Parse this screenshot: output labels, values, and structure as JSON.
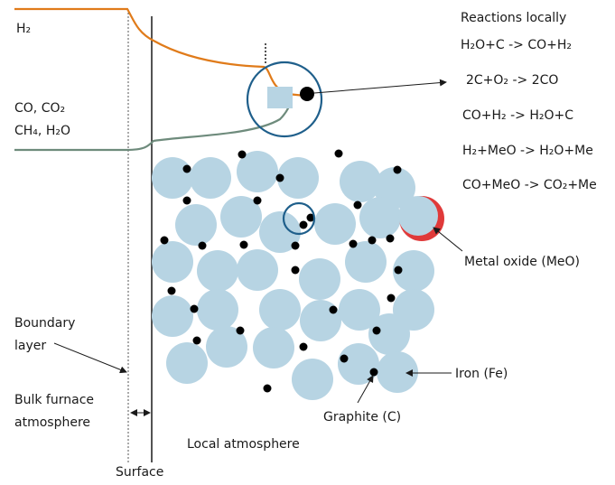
{
  "labels": {
    "h2": "H₂",
    "co_co2": "CO, CO₂",
    "ch4_h2o": "CH₄, H₂O",
    "reactions_title": "Reactions locally",
    "boundary_layer_1": "Boundary",
    "boundary_layer_2": "layer",
    "bulk_1": "Bulk furnace",
    "bulk_2": "atmosphere",
    "surface": "Surface",
    "local_atmosphere": "Local atmosphere",
    "metal_oxide": "Metal oxide (MeO)",
    "iron": "Iron (Fe)",
    "graphite": "Graphite (C)"
  },
  "reactions": [
    "H₂O+C -> CO+H₂",
    "2C+O₂ -> 2CO",
    "CO+H₂ -> H₂O+C",
    "H₂+MeO -> H₂O+Me",
    "CO+MeO -> CO₂+Me"
  ],
  "colors": {
    "h2_curve": "#e07b1a",
    "co_curve": "#6e8b7c",
    "particle": "#b7d4e3",
    "graphite": "#000000",
    "oxide": "#e03a3a",
    "circle": "#1f5f8b"
  }
}
